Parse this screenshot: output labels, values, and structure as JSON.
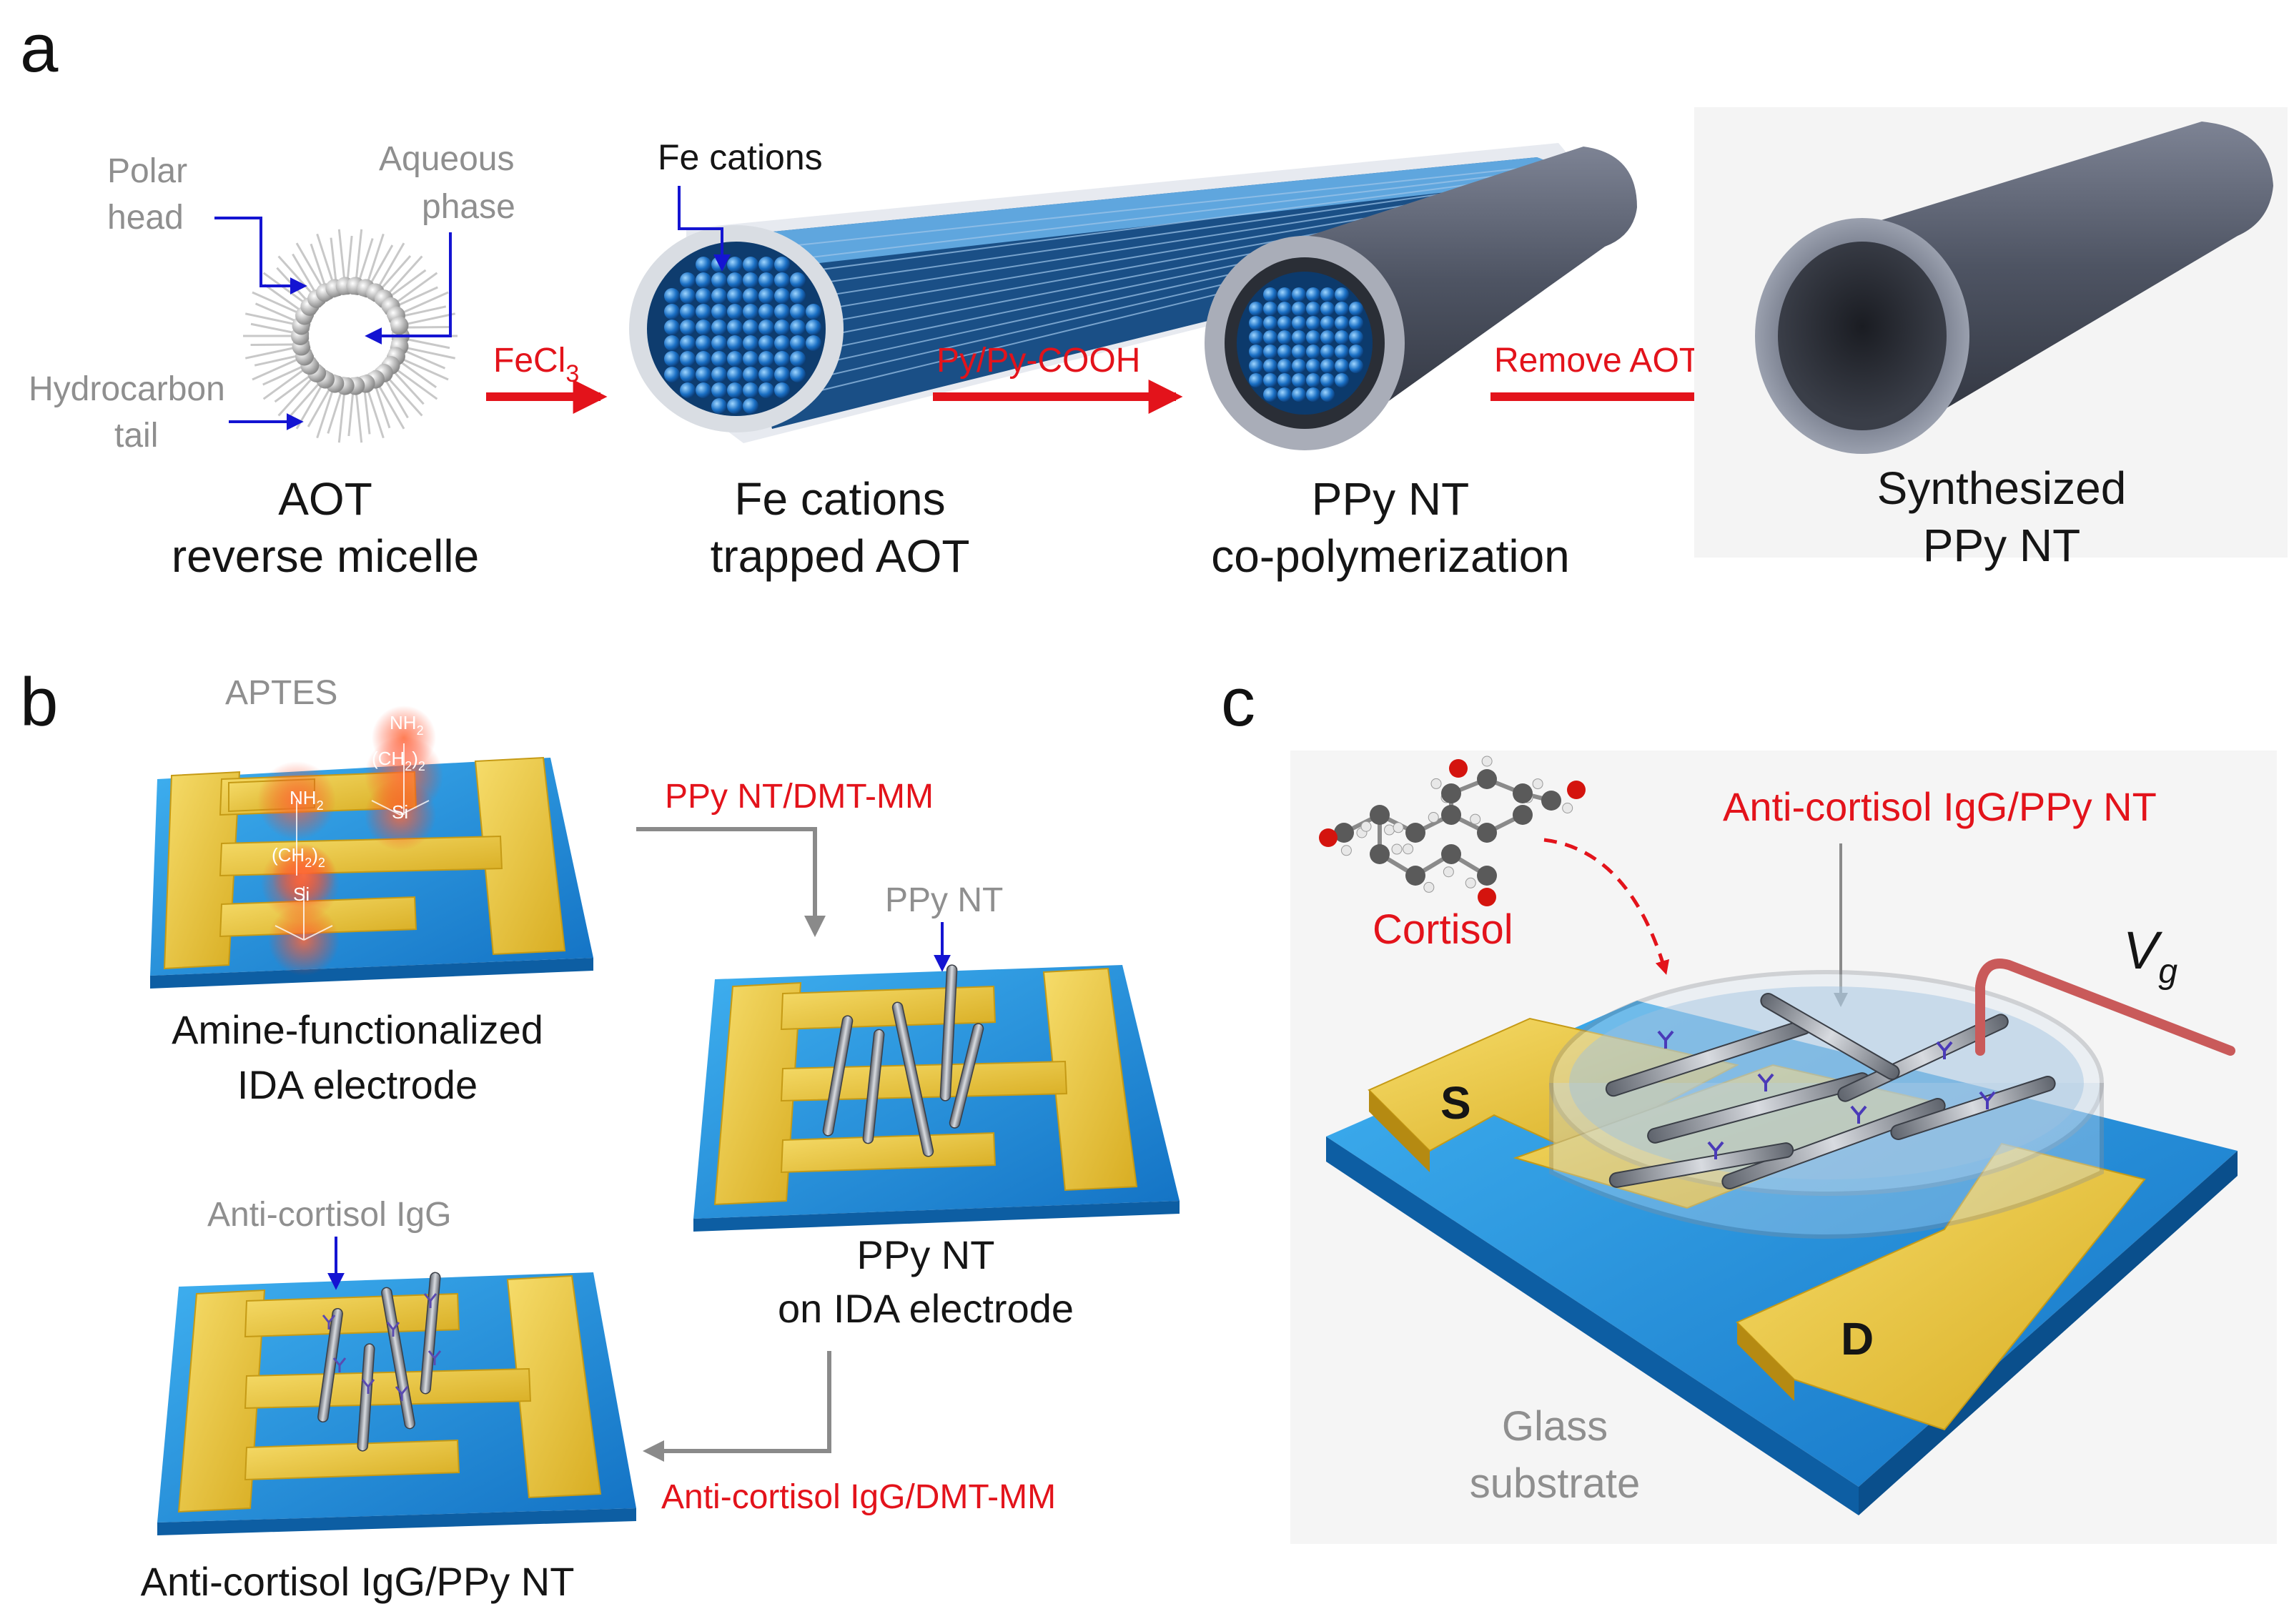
{
  "panel_a": {
    "letter": "a",
    "micelle_labels": {
      "polar_head_l1": "Polar",
      "polar_head_l2": "head",
      "aqueous_l1": "Aqueous",
      "aqueous_l2": "phase",
      "hydrocarbon_l1": "Hydrocarbon",
      "hydrocarbon_l2": "tail"
    },
    "fe_cations_label": "Fe cations",
    "arrow1": {
      "main": "FeCl",
      "sub": "3"
    },
    "arrow2": "Py/Py-COOH",
    "arrow3": "Remove AOT",
    "captions": {
      "aot_l1": "AOT",
      "aot_l2": "reverse  micelle",
      "fe_l1": "Fe cations",
      "fe_l2": "trapped AOT",
      "ppy_l1": "PPy NT",
      "ppy_l2": "co-polymerization",
      "syn_l1": "Synthesized",
      "syn_l2": "PPy NT"
    }
  },
  "panel_b": {
    "letter": "b",
    "aptes": "APTES",
    "chem": {
      "nh2": "NH",
      "nh2_sub": "2",
      "ch2": "(CH",
      "ch2_sub": "2",
      "ch2_close": ")",
      "ch2_sub2": "2",
      "si": "Si"
    },
    "step1": "PPy NT/DMT-MM",
    "ppy_nt_label": "PPy NT",
    "electrode1_l1": "Amine-functionalized",
    "electrode1_l2": "IDA electrode",
    "electrode2_l1": "PPy NT",
    "electrode2_l2": "on IDA electrode",
    "igg_label": "Anti-cortisol  IgG",
    "step2": "Anti-cortisol  IgG/DMT-MM",
    "electrode3": "Anti-cortisol IgG/PPy NT"
  },
  "panel_c": {
    "letter": "c",
    "cortisol": "Cortisol",
    "top_label": "Anti-cortisol IgG/PPy  NT",
    "vg_main": "V",
    "vg_sub": "g",
    "source": "S",
    "drain": "D",
    "glass_l1": "Glass",
    "glass_l2": "substrate"
  },
  "colors": {
    "red": "#e3131b",
    "blue_arrow": "#1414d2",
    "gold": "#e8c53a",
    "substrate_blue": "#1e8fd6",
    "tube": "#5a6070",
    "gray_text": "#8f8f8f"
  }
}
